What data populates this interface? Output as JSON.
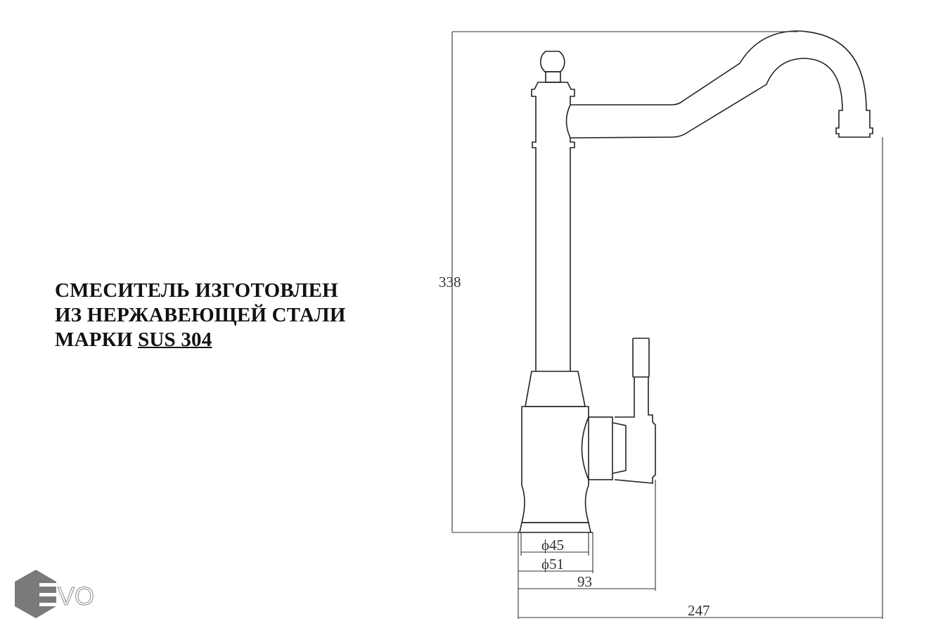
{
  "caption": {
    "line1": "СМЕСИТЕЛЬ ИЗГОТОВЛЕН",
    "line2": "ИЗ НЕРЖАВЕЮЩЕЙ СТАЛИ",
    "line3_prefix": "МАРКИ ",
    "line3_material": "SUS 304"
  },
  "dimensions": {
    "height": "338",
    "base_inner_diameter": "ϕ45",
    "base_outer_diameter": "ϕ51",
    "handle_reach": "93",
    "spout_reach": "247"
  },
  "logo": {
    "text": "EVO"
  }
}
